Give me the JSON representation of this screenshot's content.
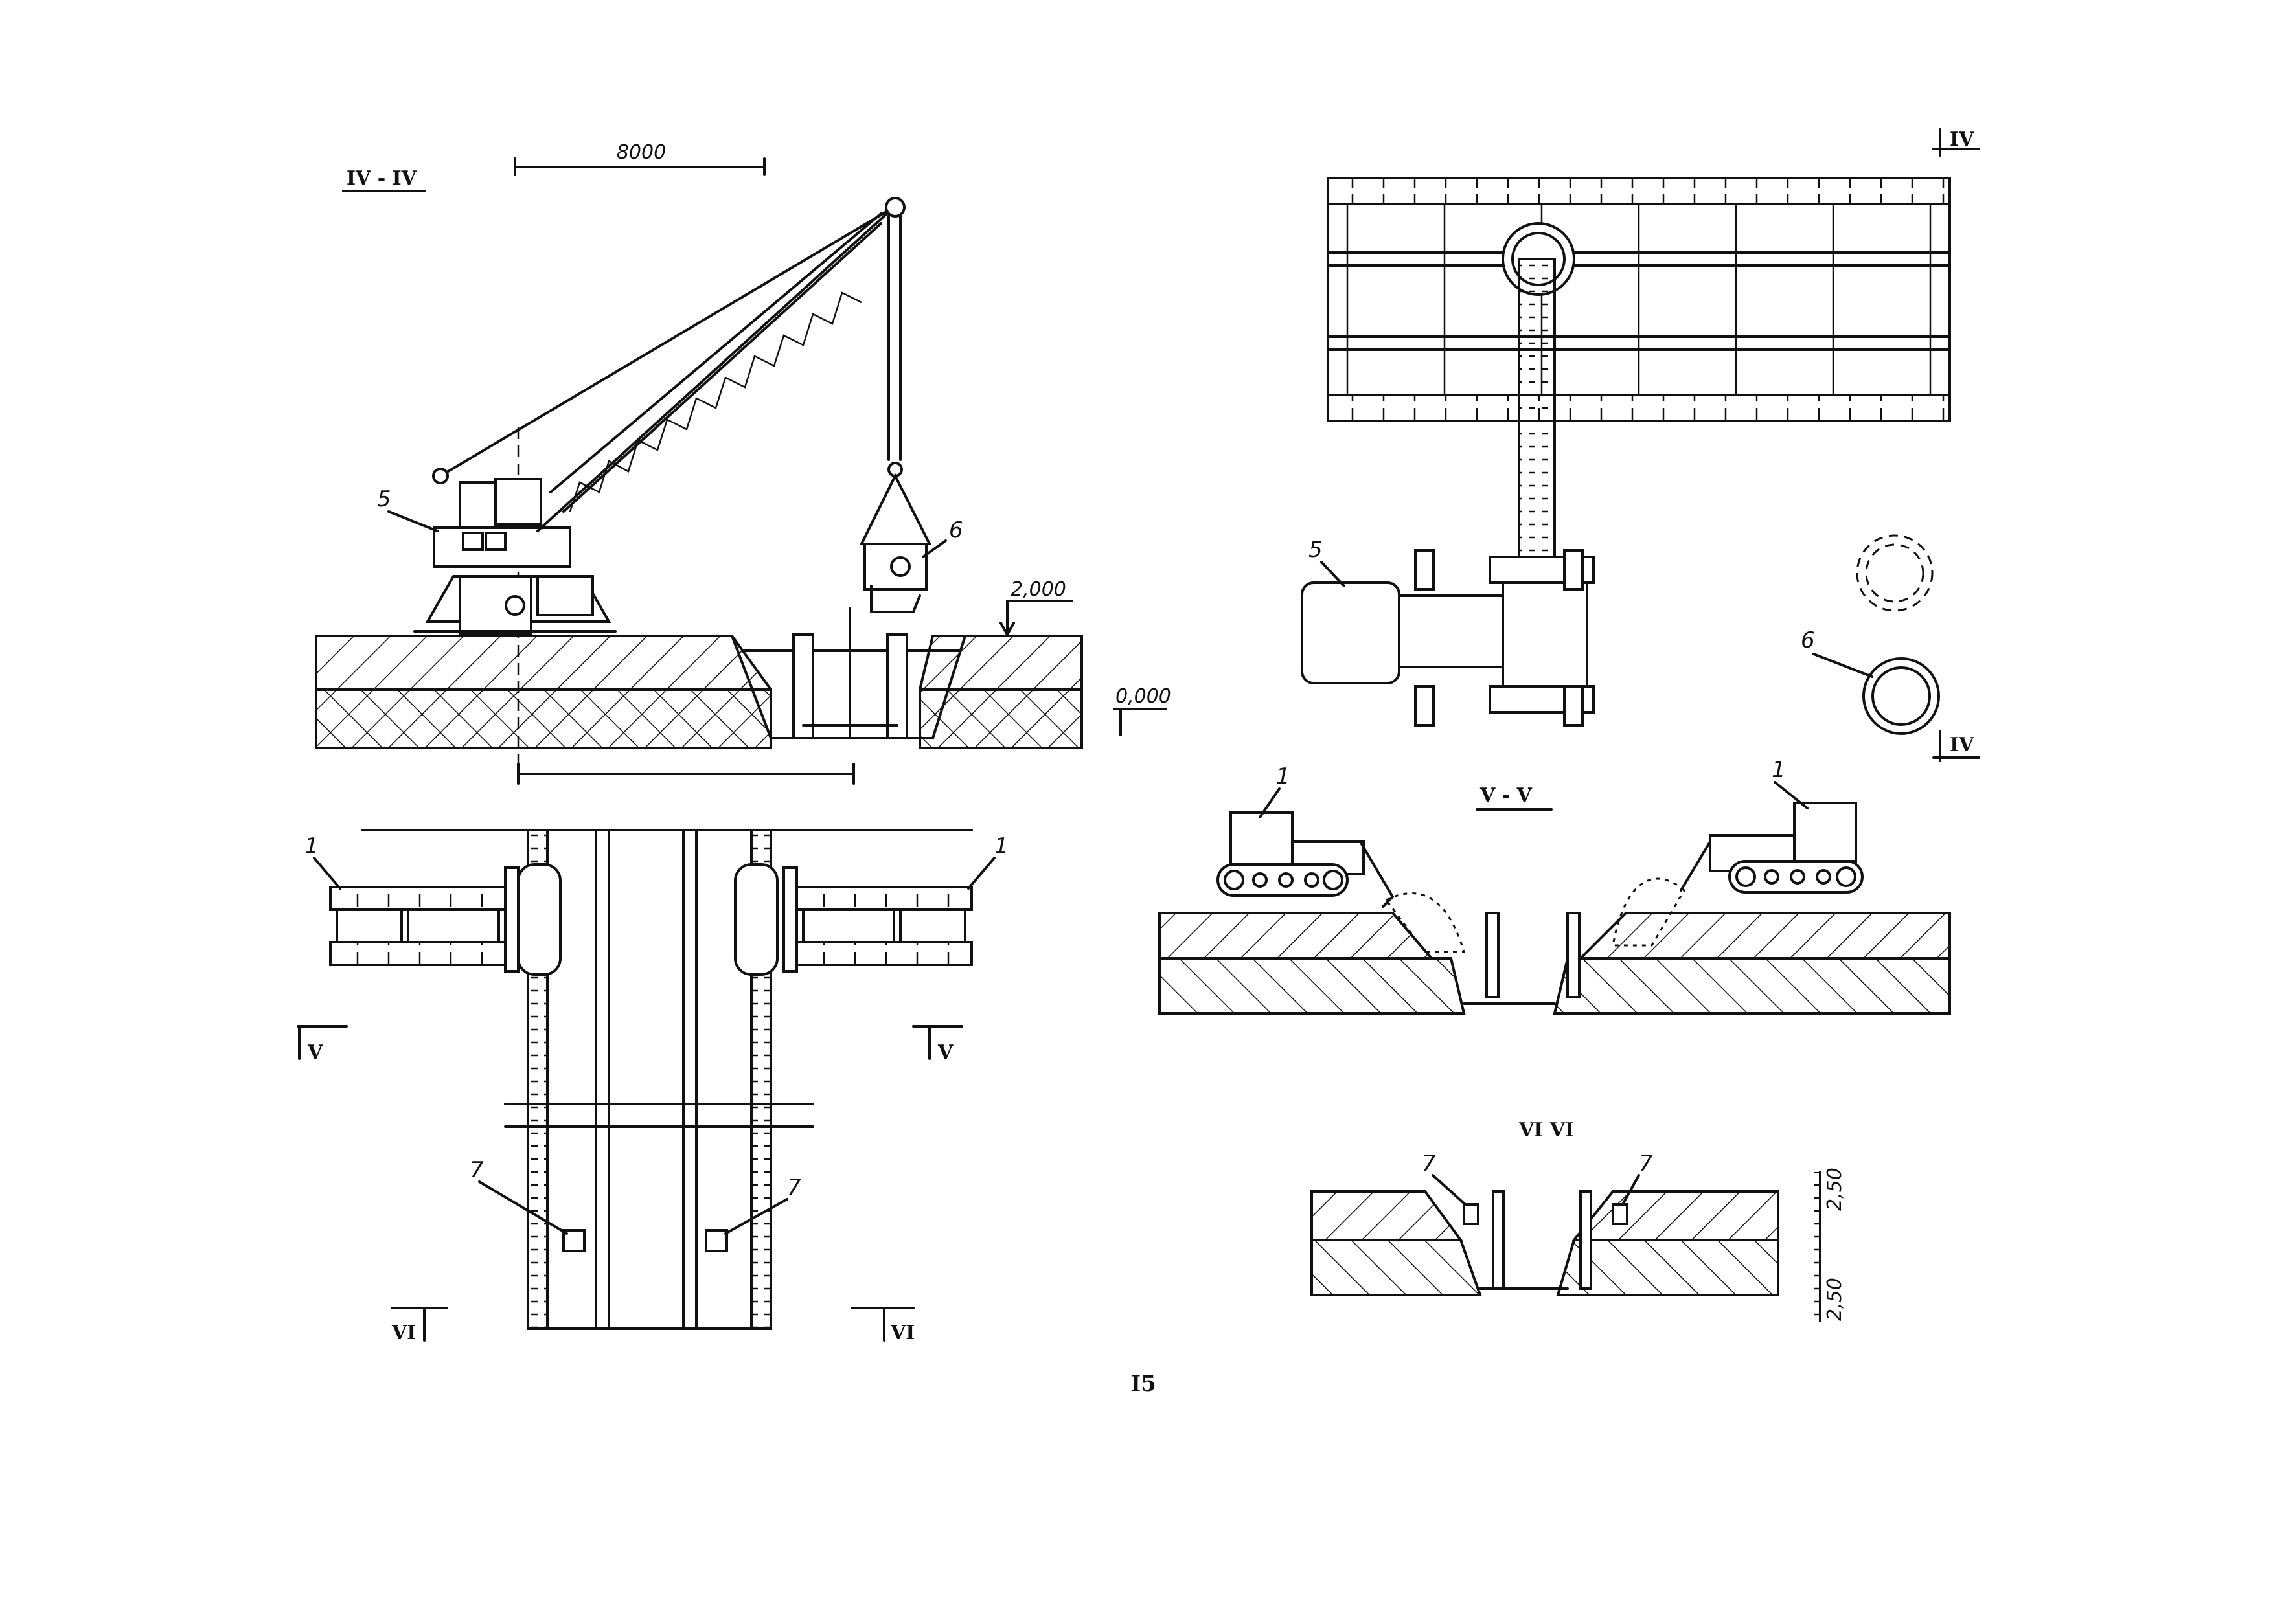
{
  "sections": {
    "s1": "IV - IV",
    "s2": "V - V",
    "s3": "VI  VI"
  },
  "section_marks": {
    "iv": "IV",
    "v": "V",
    "vi": "VI"
  },
  "dimensions": {
    "span": "8000",
    "elev_top": "2,000",
    "elev_zero": "0,000",
    "depth_a": "2,50",
    "depth_b": "2,50"
  },
  "labels": {
    "crane": "5",
    "bucket": "6",
    "dozer": "1",
    "pump": "7"
  },
  "page_number": "I5"
}
